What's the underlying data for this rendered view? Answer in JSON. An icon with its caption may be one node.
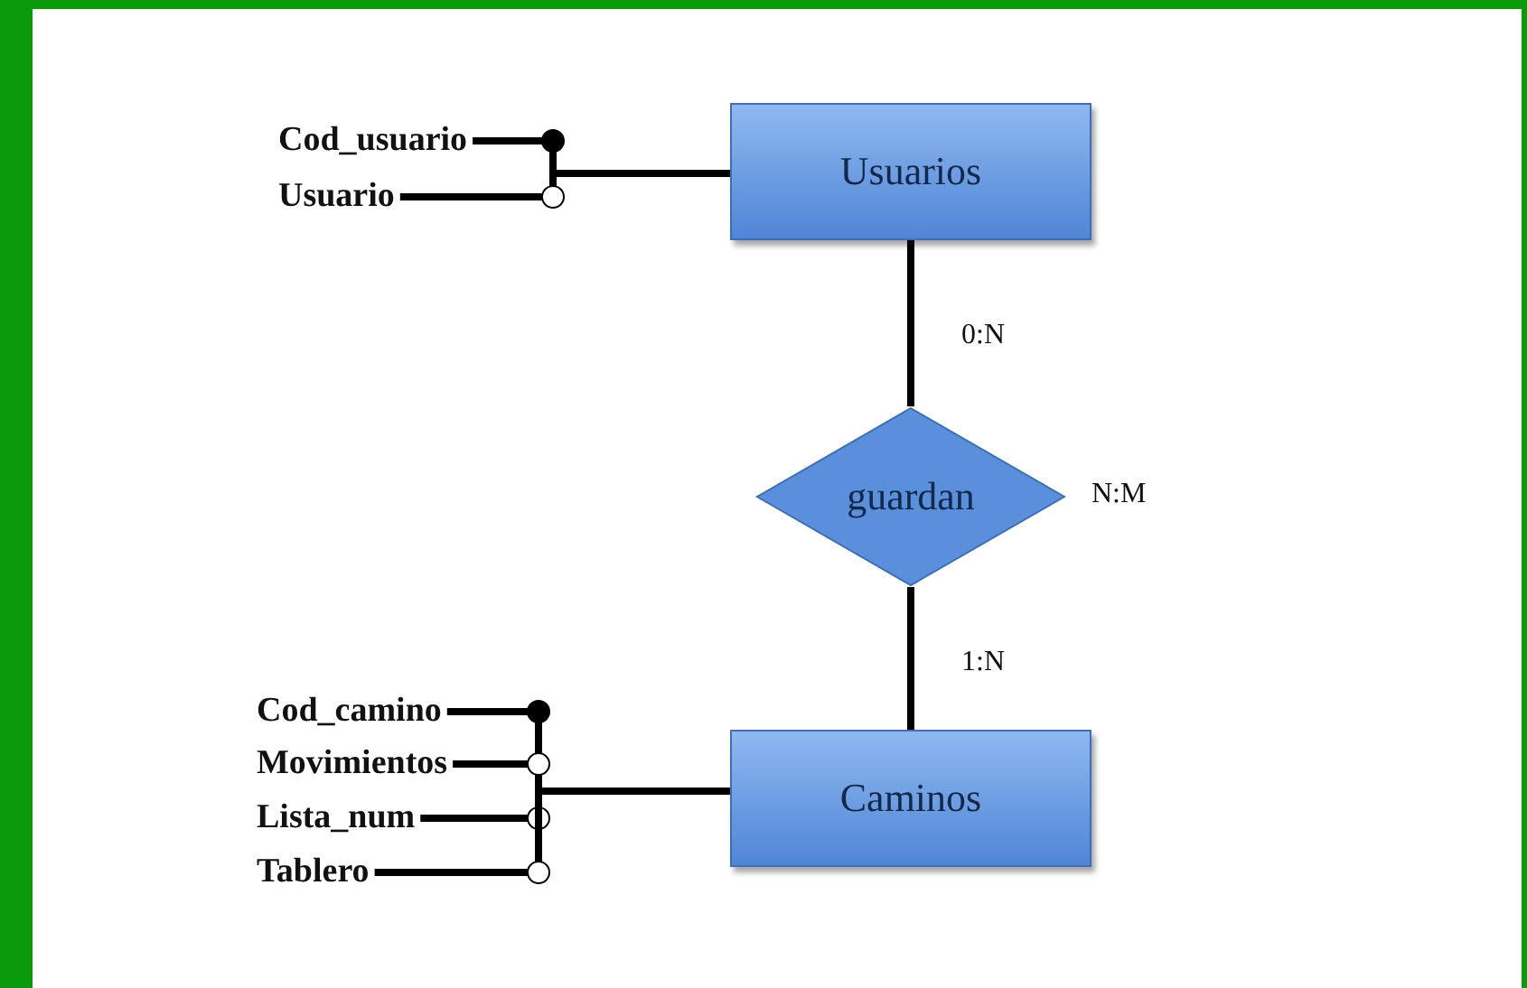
{
  "diagram": {
    "nodes": [
      {
        "text": [
          "Usuarios"
        ]
      },
      {
        "text": [
          "guardan"
        ],
        "beside": [
          "N:M"
        ]
      },
      {
        "text": [
          "Caminos"
        ]
      },
      {
        "text": [
          "Cod_usuario"
        ]
      },
      {
        "text": [
          "Usuario"
        ]
      },
      {
        "text": [
          "Cod_camino"
        ]
      },
      {
        "text": [
          "Movimientos"
        ]
      },
      {
        "text": [
          "Lista_num"
        ]
      },
      {
        "text": [
          "Tablero"
        ]
      }
    ],
    "edges": [
      {
        "from": 0,
        "to": 1,
        "arrow": "none",
        "label": "0:N"
      },
      {
        "from": 1,
        "to": 2,
        "arrow": "none",
        "label": "1:N"
      },
      {
        "from": 3,
        "to": 0,
        "arrow": "other"
      },
      {
        "from": 4,
        "to": 0,
        "arrow": "other"
      },
      {
        "from": 5,
        "to": 2,
        "arrow": "other"
      },
      {
        "from": 6,
        "to": 2,
        "arrow": "other"
      },
      {
        "from": 7,
        "to": 2,
        "arrow": "other"
      },
      {
        "from": 8,
        "to": 2,
        "arrow": "other"
      }
    ]
  }
}
